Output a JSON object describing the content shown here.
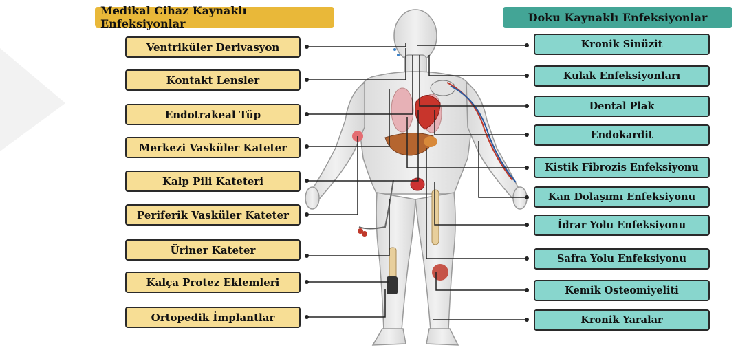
{
  "headers": {
    "left": "Medikal Cihaz Kaynaklı Enfeksiyonlar",
    "right": "Doku Kaynaklı Enfeksiyonlar"
  },
  "device_infections": [
    "Ventriküler Derivasyon",
    "Kontakt Lensler",
    "Endotrakeal Tüp",
    "Merkezi Vasküler Kateter",
    "Kalp Pili Kateteri",
    "Periferik Vasküler Kateter",
    "Üriner Kateter",
    "Kalça Protez Eklemleri",
    "Ortopedik İmplantlar"
  ],
  "tissue_infections": [
    "Kronik Sinüzit",
    "Kulak Enfeksiyonları",
    "Dental Plak",
    "Endokardit",
    "Kistik Fibrozis Enfeksiyonu",
    "Kan Dolaşımı Enfeksiyonu",
    "İdrar Yolu Enfeksiyonu",
    "Safra Yolu Enfeksiyonu",
    "Kemik Osteomiyeliti",
    "Kronik Yaralar"
  ],
  "colors": {
    "device_header": "#e9b839",
    "device_box": "#f7de95",
    "tissue_header": "#43a596",
    "tissue_box": "#88d6cd"
  }
}
